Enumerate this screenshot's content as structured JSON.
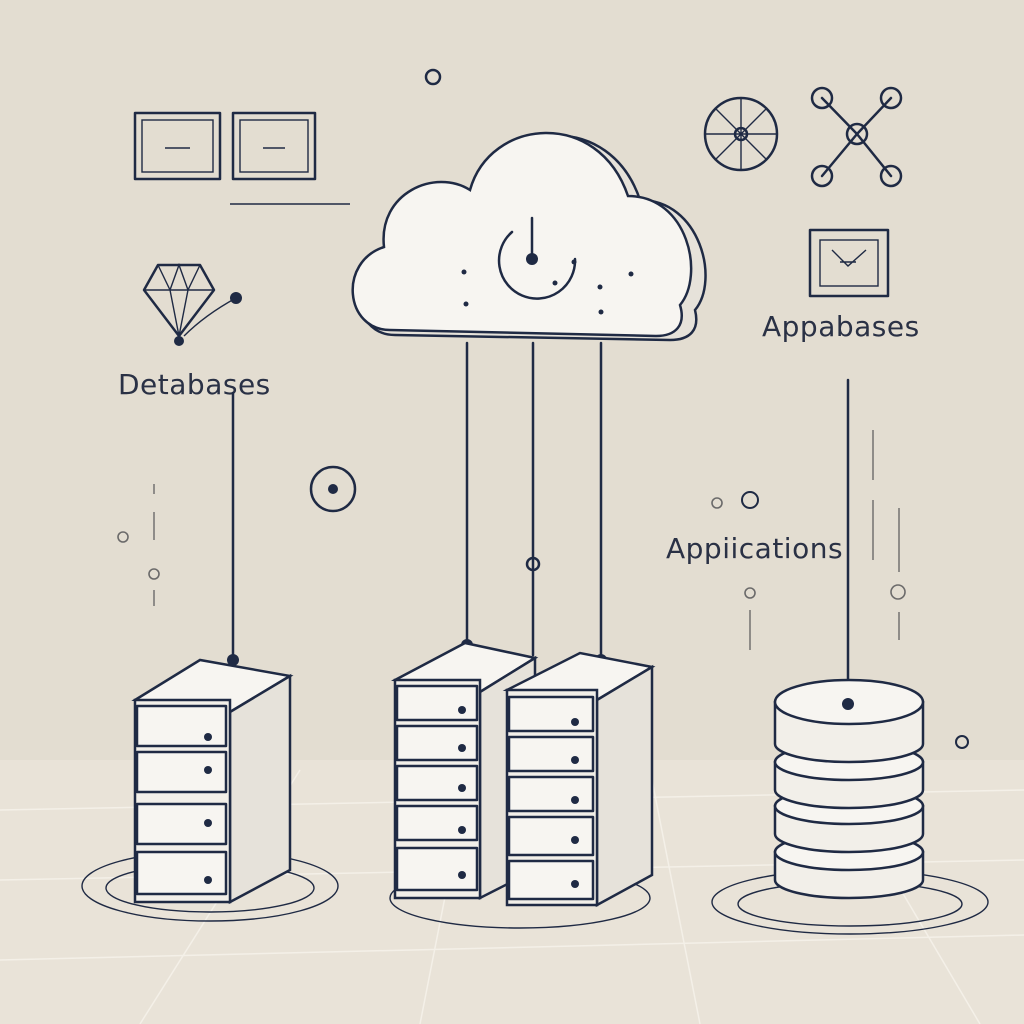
{
  "labels": {
    "databases": "Detabases",
    "appbases": "Appabases",
    "applications": "Appiications"
  },
  "colors": {
    "background": "#e3ddd1",
    "ink": "#1f2a44",
    "surface": "#f7f5f1",
    "shade": "#e6e2da"
  }
}
